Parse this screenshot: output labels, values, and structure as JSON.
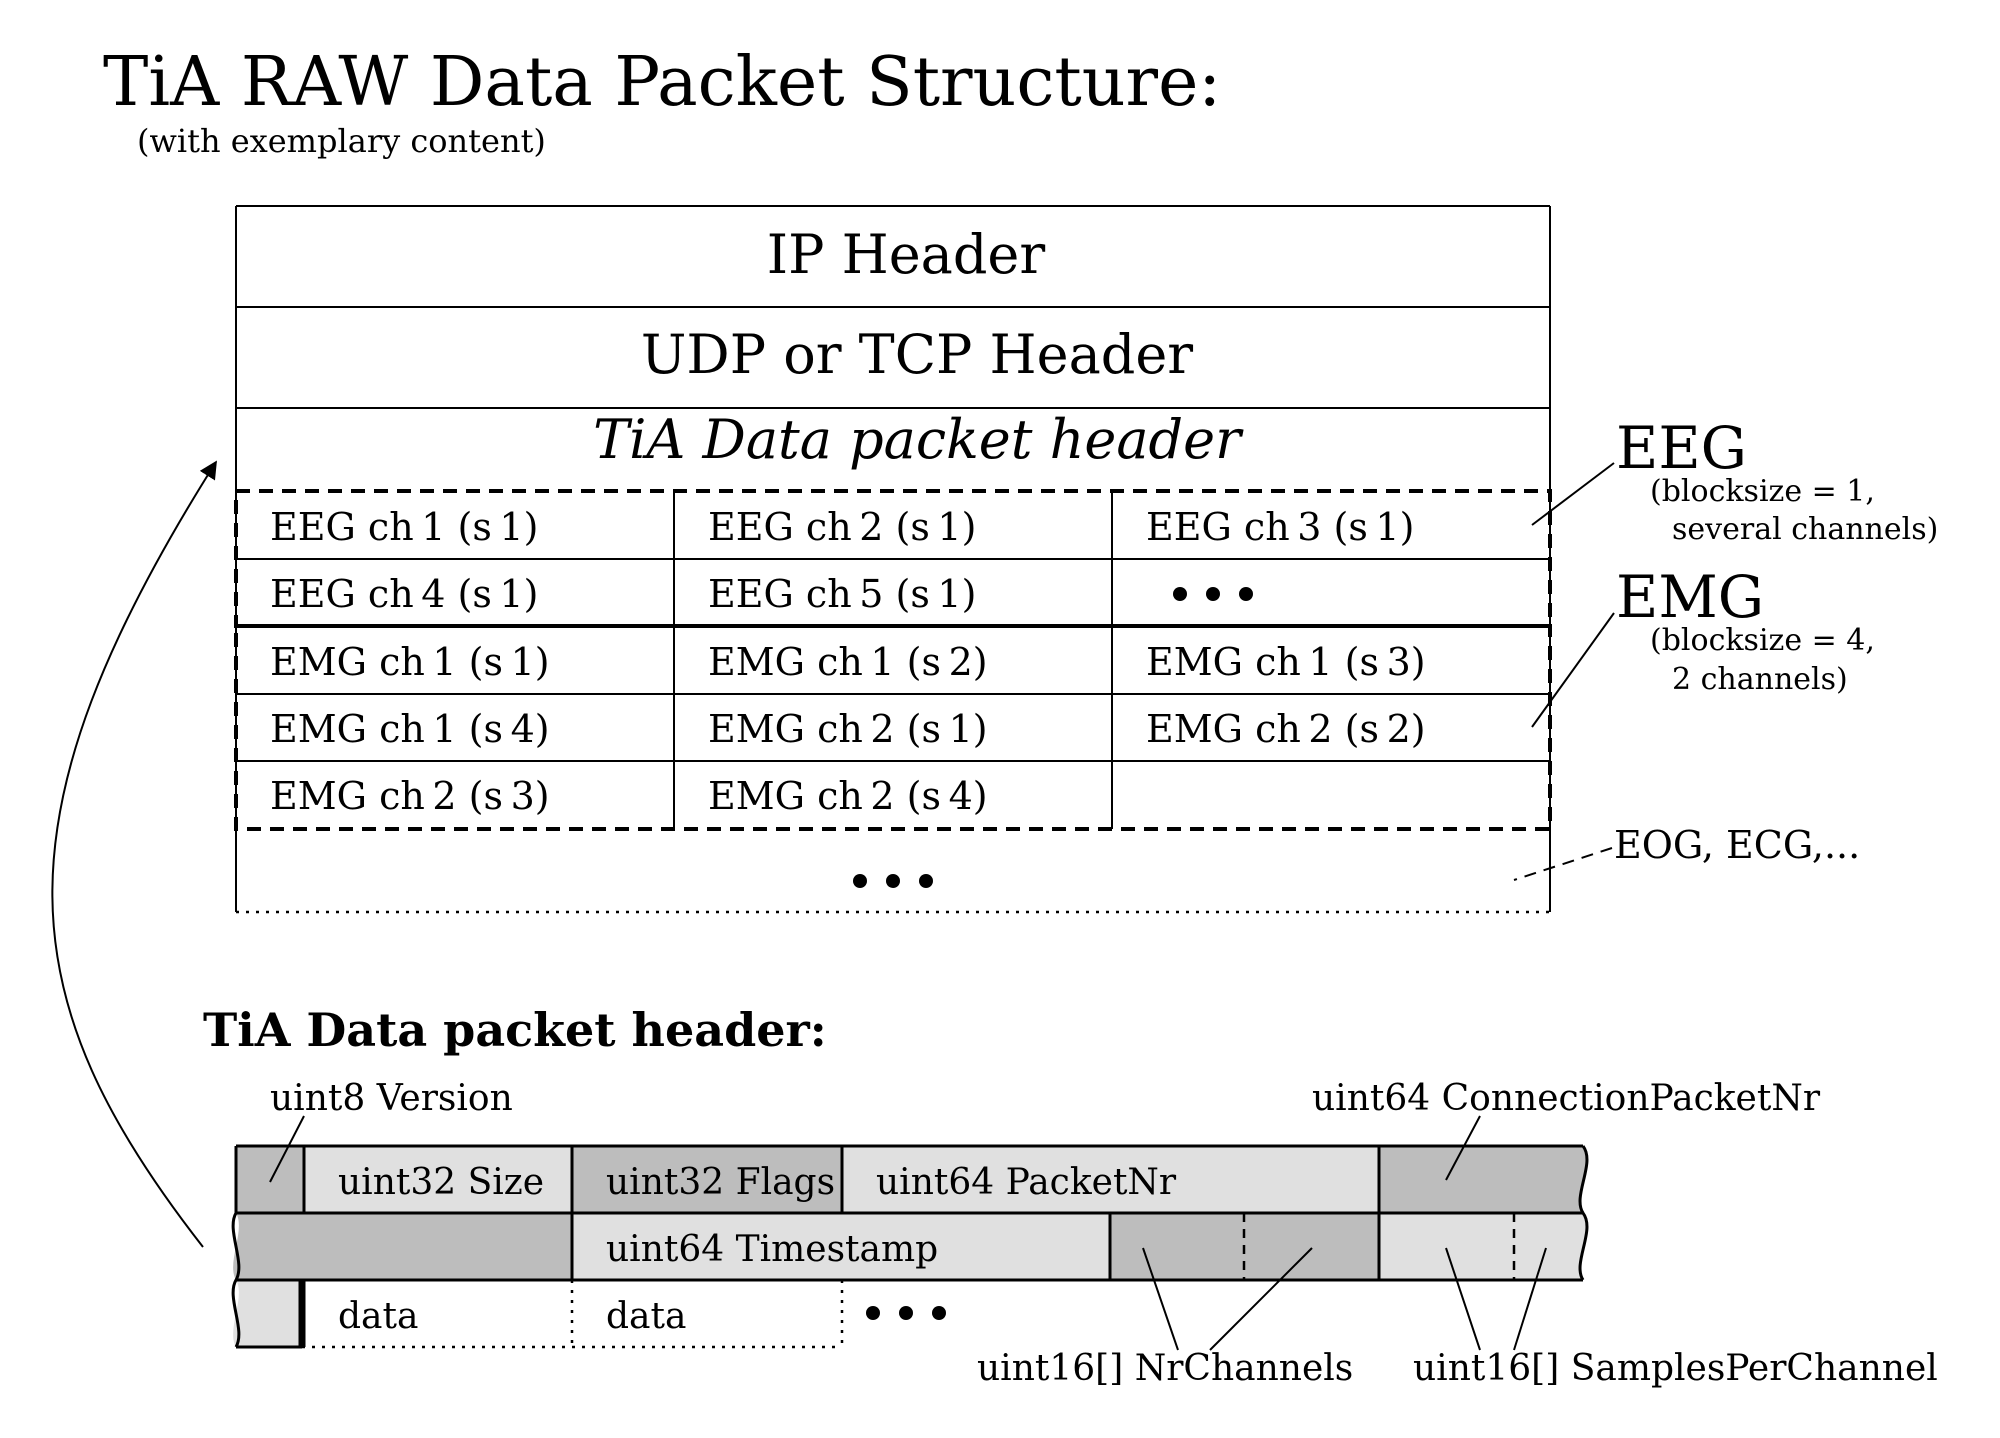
{
  "title": "TiA RAW Data Packet Structure:",
  "subtitle": "(with exemplary content)",
  "packet": {
    "ip_header": "IP Header",
    "transport_header": "UDP or TCP Header",
    "tia_header": "TiA Data packet header",
    "cells": [
      "EEG ch 1 (s 1)",
      "EEG ch 2 (s 1)",
      "EEG ch 3 (s 1)",
      "EEG ch 4 (s 1)",
      "EEG ch 5 (s 1)",
      "EMG ch 1 (s 1)",
      "EMG ch 1 (s 2)",
      "EMG ch 1 (s 3)",
      "EMG ch 1 (s 4)",
      "EMG ch 2 (s 1)",
      "EMG ch 2 (s 2)",
      "EMG ch 2 (s 3)",
      "EMG ch 2 (s 4)"
    ]
  },
  "annotations": {
    "eeg": {
      "label": "EEG",
      "note1": "(blocksize = 1,",
      "note2": "several channels)"
    },
    "emg": {
      "label": "EMG",
      "note1": "(blocksize = 4,",
      "note2": "2 channels)"
    },
    "other": "EOG, ECG,..."
  },
  "header_section": {
    "title": "TiA Data packet header:",
    "version": "uint8 Version",
    "connection_nr": "uint64 ConnectionPacketNr",
    "size": "uint32 Size",
    "flags": "uint32 Flags",
    "packet_nr": "uint64 PacketNr",
    "timestamp": "uint64 Timestamp",
    "data1": "data",
    "data2": "data",
    "nr_channels": "uint16[] NrChannels",
    "samples_per_channel": "uint16[] SamplesPerChannel"
  },
  "colors": {
    "dark_field": "#bdbdbd",
    "light_field": "#e0e0e0",
    "line": "#000000"
  }
}
